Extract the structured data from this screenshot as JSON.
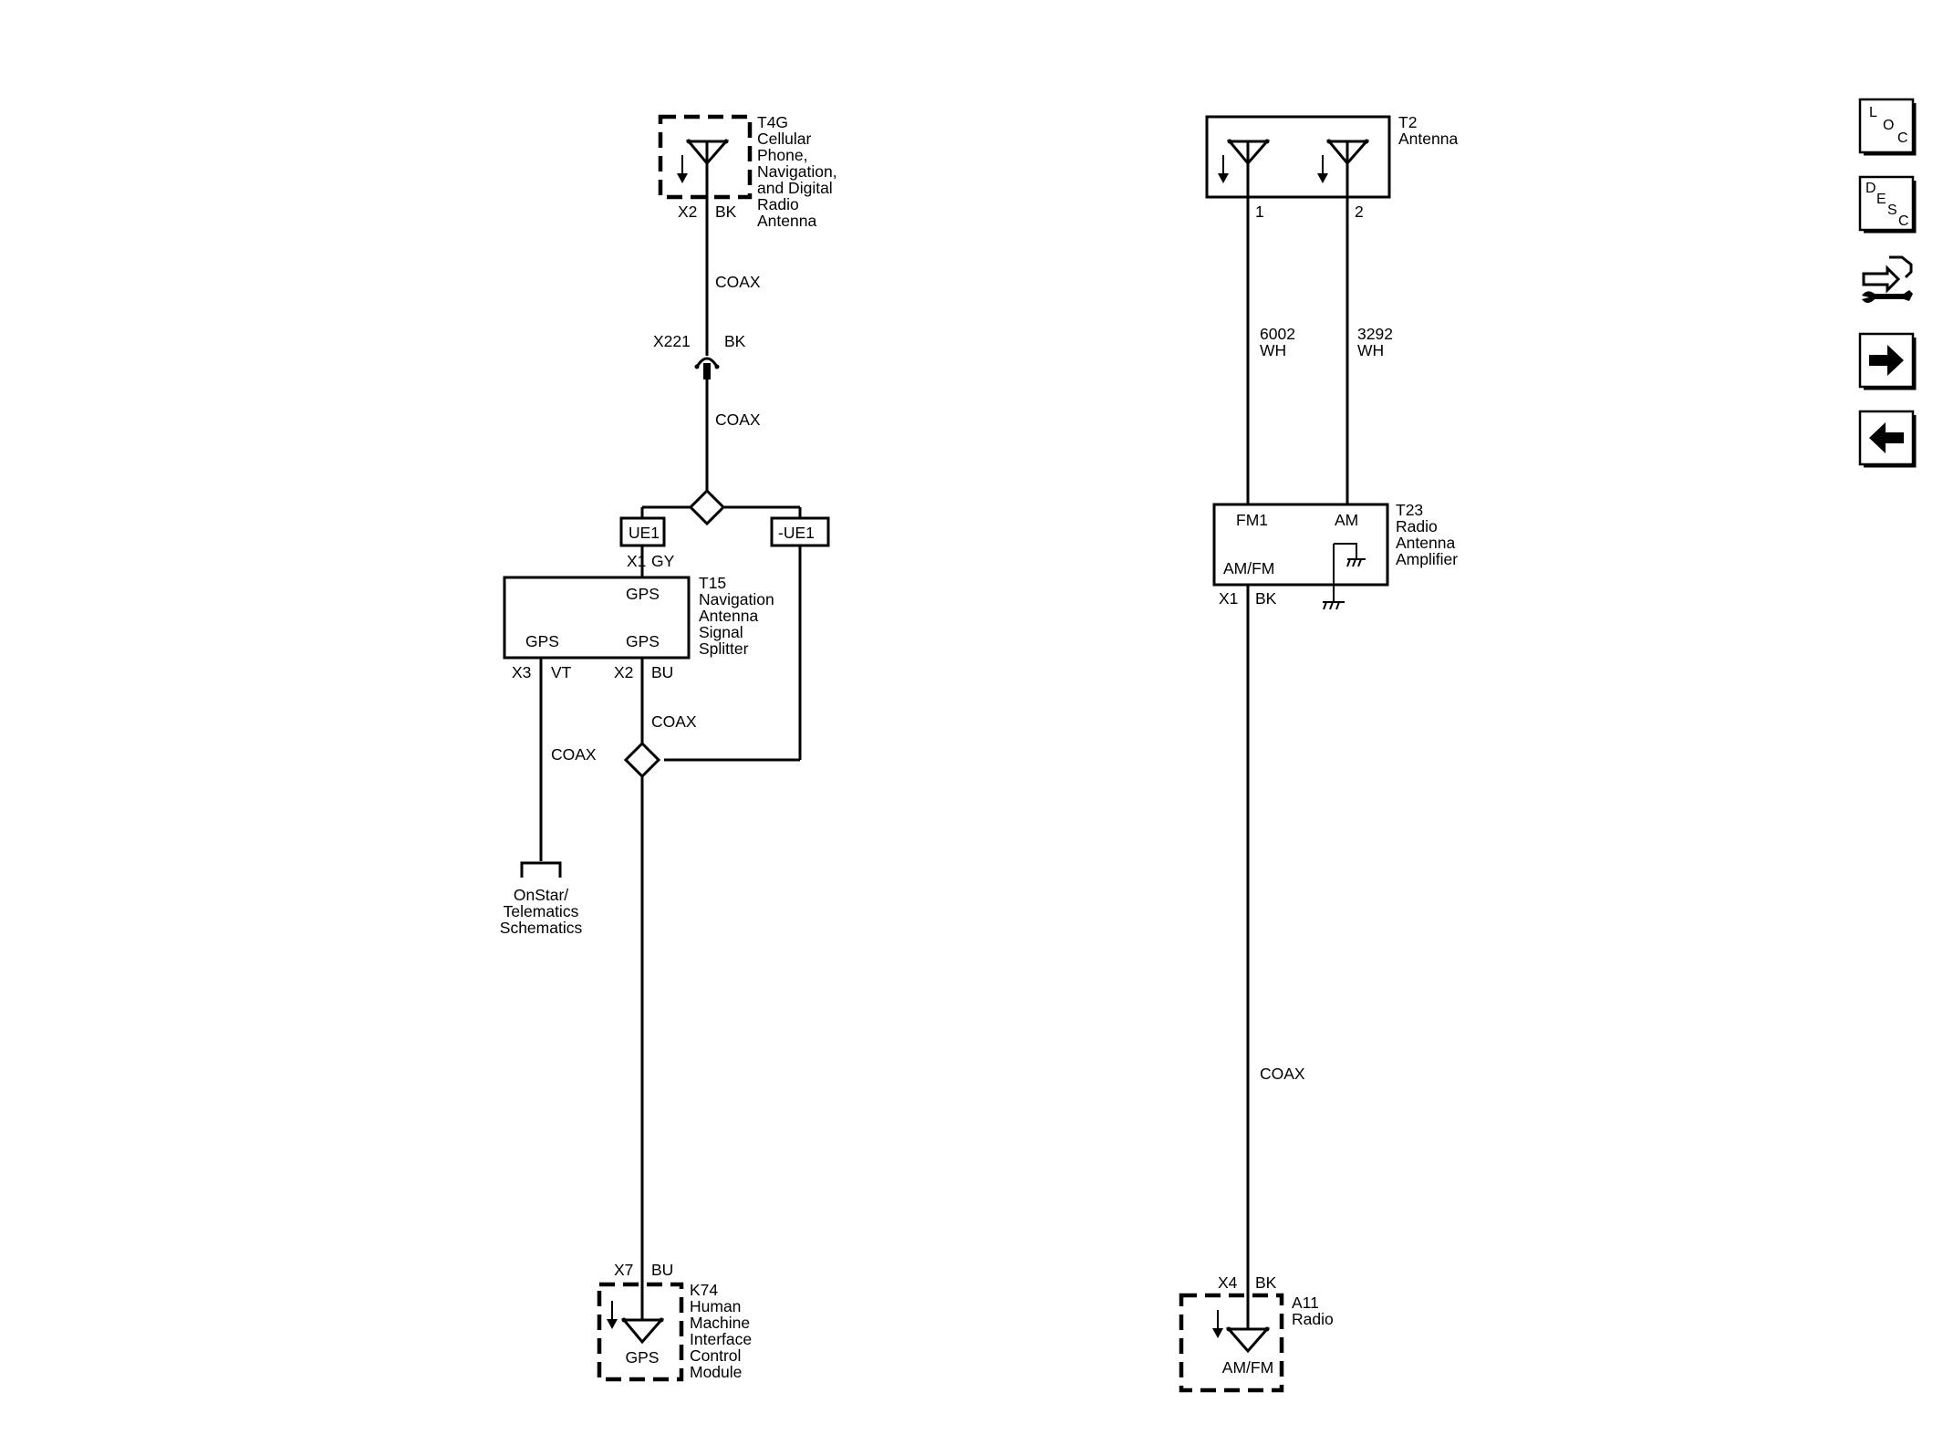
{
  "components": {
    "t4g": {
      "ref": "T4G",
      "lines": [
        "Cellular",
        "Phone,",
        "Navigation,",
        "and Digital",
        "Radio",
        "Antenna"
      ],
      "connector": "X2",
      "wire_color": "BK"
    },
    "x221": {
      "ref": "X221",
      "wire_color": "BK"
    },
    "t15": {
      "ref": "T15",
      "lines": [
        "Navigation",
        "Antenna",
        "Signal",
        "Splitter"
      ],
      "pin_in": "GPS",
      "pin_out_left": "GPS",
      "pin_out_right": "GPS",
      "in_connector": "X1",
      "in_color": "GY",
      "out_left_connector": "X3",
      "out_left_color": "VT",
      "out_right_connector": "X2",
      "out_right_color": "BU"
    },
    "option_codes": {
      "ue1": "UE1",
      "not_ue1": "-UE1"
    },
    "onstar": {
      "lines": [
        "OnStar/",
        "Telematics",
        "Schematics"
      ]
    },
    "k74": {
      "ref": "K74",
      "lines": [
        "Human",
        "Machine",
        "Interface",
        "Control",
        "Module"
      ],
      "pin": "GPS",
      "connector": "X7",
      "wire_color": "BU"
    },
    "t2": {
      "ref": "T2",
      "lines": [
        "Antenna"
      ],
      "pin1": "1",
      "pin2": "2"
    },
    "t23": {
      "ref": "T23",
      "lines": [
        "Radio",
        "Antenna",
        "Amplifier"
      ],
      "pin_fm1": "FM1",
      "pin_am": "AM",
      "pin_amfm": "AM/FM",
      "connector": "X1",
      "wire_color": "BK"
    },
    "a11": {
      "ref": "A11",
      "lines": [
        "Radio"
      ],
      "pin": "AM/FM",
      "connector": "X4",
      "wire_color": "BK"
    }
  },
  "wires": {
    "coax": "COAX",
    "w6002": {
      "circuit": "6002",
      "color": "WH"
    },
    "w3292": {
      "circuit": "3292",
      "color": "WH"
    }
  },
  "nav_buttons": {
    "loc": {
      "letters": [
        "L",
        "O",
        "C"
      ],
      "icon": "loc-icon"
    },
    "desc": {
      "letters": [
        "D",
        "E",
        "S",
        "C"
      ],
      "icon": "desc-icon"
    },
    "connector": {
      "icon": "connector-wrench-icon"
    },
    "next": {
      "icon": "arrow-right-icon"
    },
    "prev": {
      "icon": "arrow-left-icon"
    }
  }
}
